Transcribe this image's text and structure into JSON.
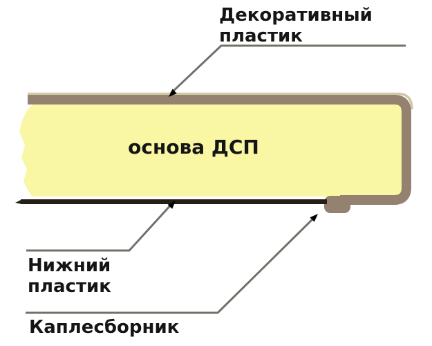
{
  "diagram": {
    "subject": "countertop-cross-section",
    "labels": {
      "decorative_plastic": {
        "line1": "Декоративный",
        "line2": "пластик"
      },
      "base": "основа ДСП",
      "bottom_plastic": {
        "line1": "Нижний",
        "line2": "пластик"
      },
      "drip_edge": "Каплесборник"
    },
    "colors": {
      "background": "#ffffff",
      "base_fill": "#f9f6a4",
      "band": "#94816f",
      "band_highlight": "#d3c7a7",
      "bottom_plastic": "#251e16",
      "leader": "#73706a",
      "arrow": "#000000",
      "text": "#151515"
    }
  }
}
